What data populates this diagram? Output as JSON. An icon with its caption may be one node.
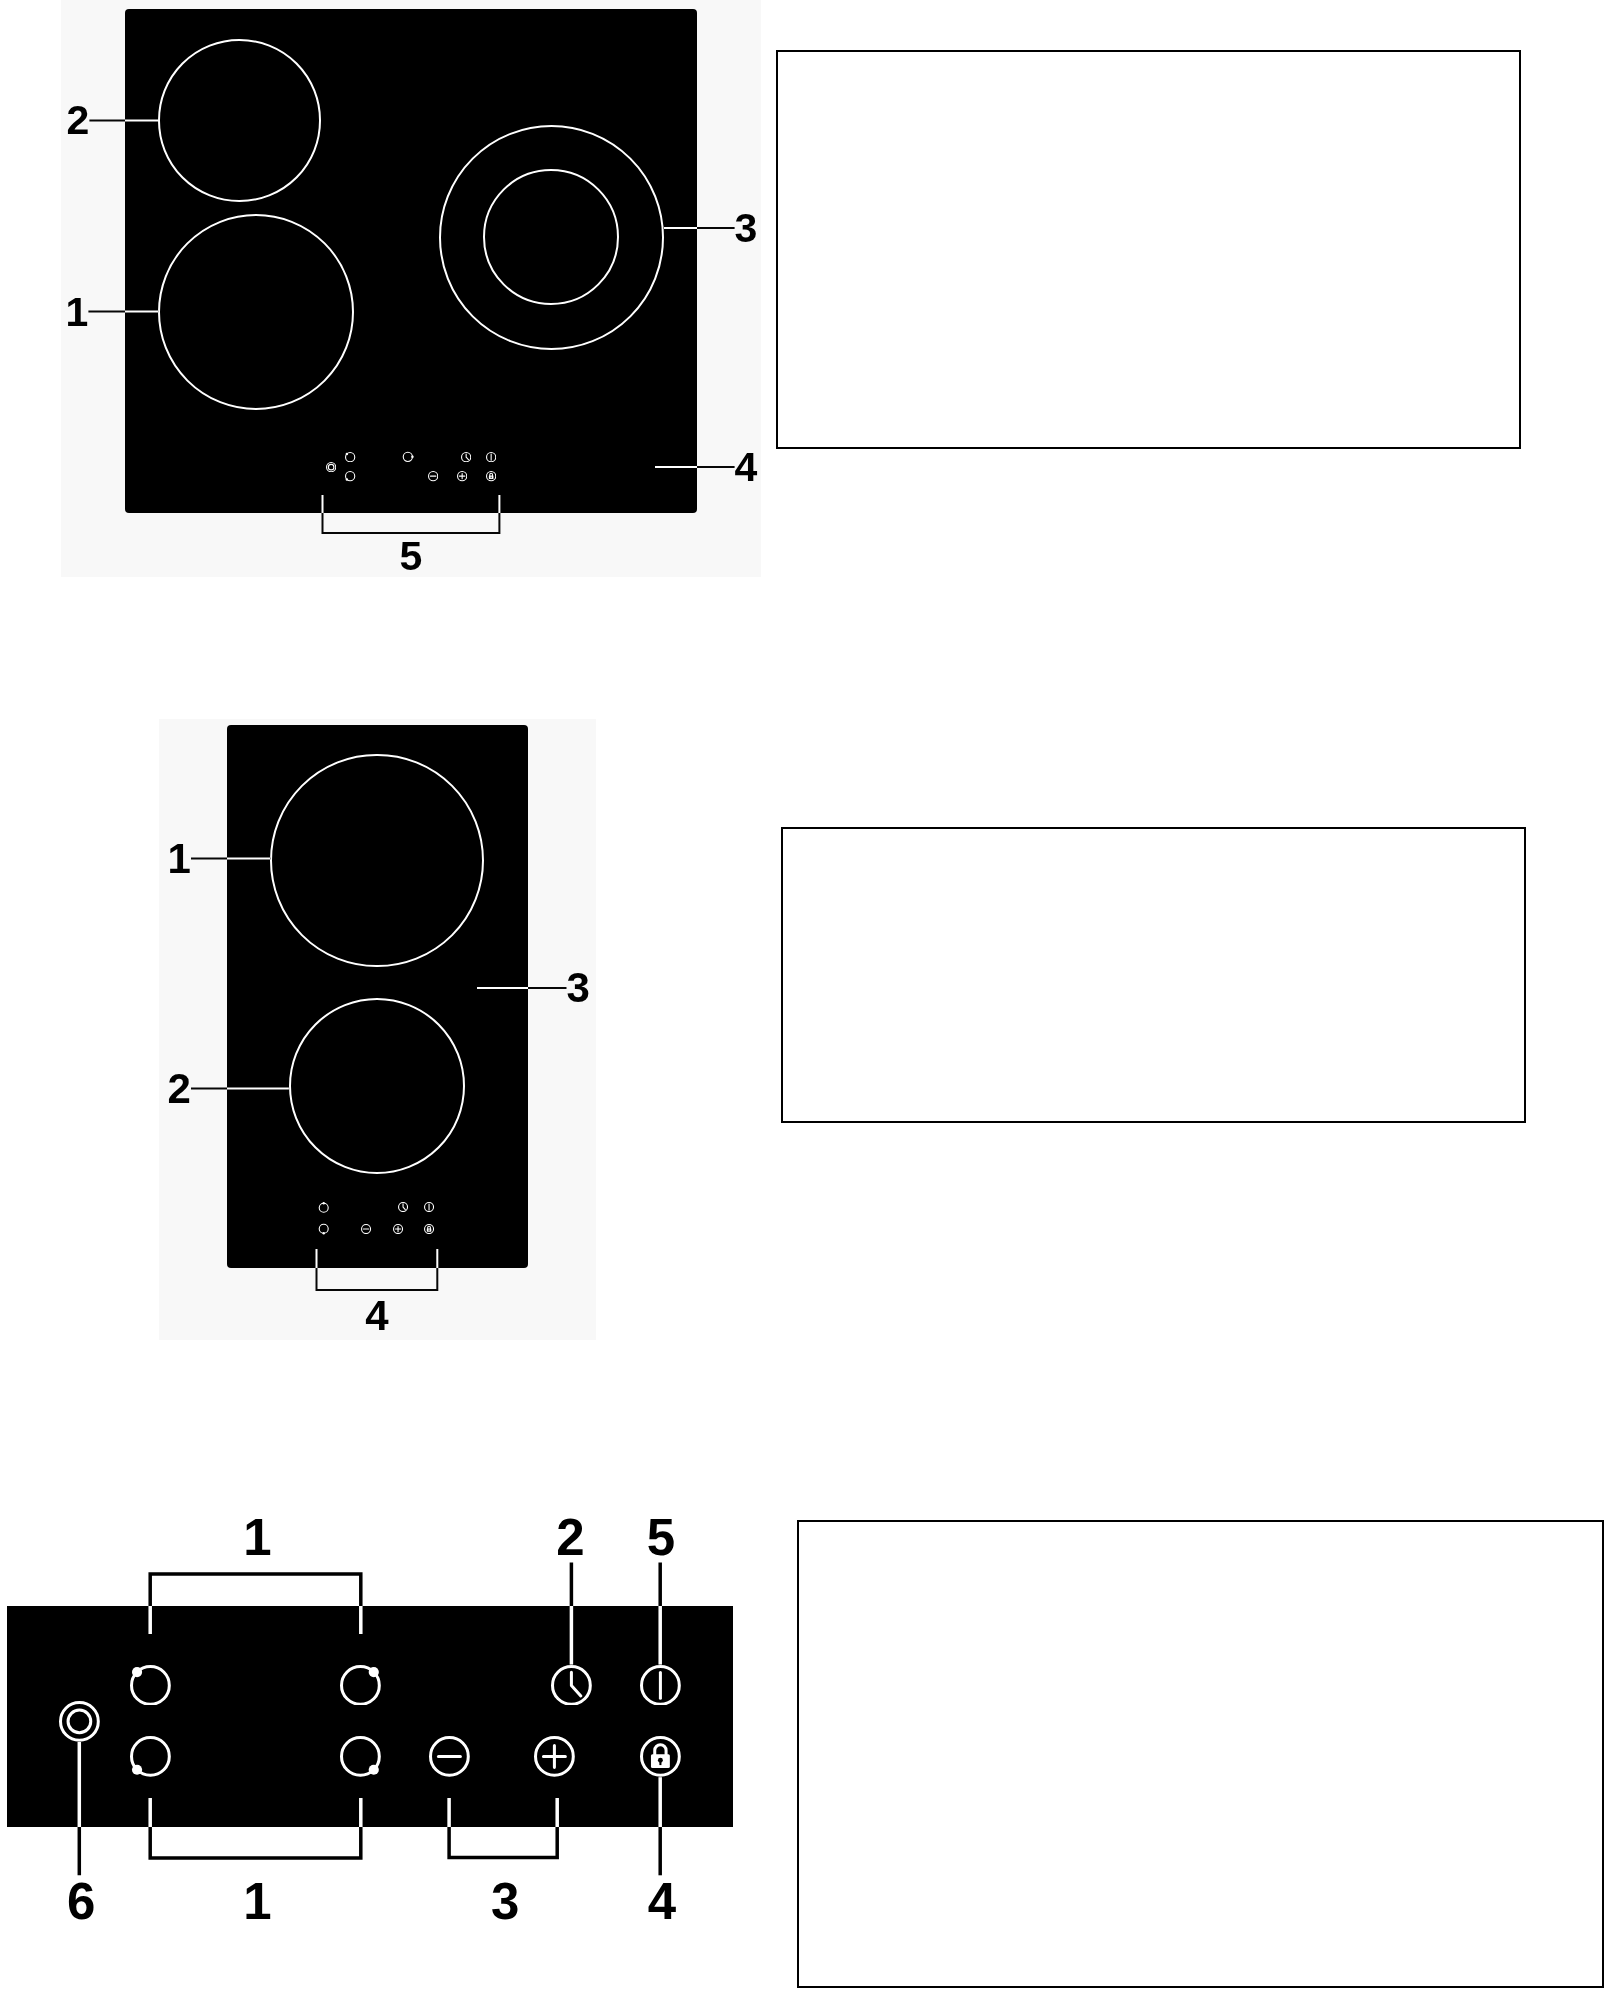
{
  "diagram": {
    "nodes": [
      {
        "text": [],
        "shape": "box"
      },
      {
        "text": [],
        "shape": "circle",
        "in": 0
      },
      {
        "text": [],
        "shape": "circle",
        "in": 0
      },
      {
        "text": [],
        "shape": "circle",
        "in": 0
      },
      {
        "text": [
          "2"
        ]
      },
      {
        "text": [
          "1"
        ]
      },
      {
        "text": [
          "3"
        ]
      },
      {
        "text": [
          "4"
        ]
      },
      {
        "text": [],
        "shape": "box"
      },
      {
        "text": [],
        "shape": "circle",
        "in": 8
      },
      {
        "text": [],
        "shape": "circle",
        "in": 8
      },
      {
        "text": [
          "1"
        ]
      },
      {
        "text": [
          "2"
        ]
      },
      {
        "text": [
          "3"
        ]
      },
      {
        "text": [
          "2"
        ]
      },
      {
        "text": [
          "5"
        ]
      },
      {
        "text": [],
        "shape": "picture"
      },
      {
        "text": [],
        "shape": "picture"
      },
      {
        "text": [],
        "shape": "picture"
      },
      {
        "text": [],
        "shape": "picture"
      },
      {
        "text": [
          "6"
        ]
      },
      {
        "text": [
          "4"
        ]
      }
    ],
    "edges": [
      {
        "from": 4,
        "to": 1,
        "arrow": "none"
      },
      {
        "from": 5,
        "to": 2,
        "arrow": "none"
      },
      {
        "from": 6,
        "to": 3,
        "arrow": "none"
      },
      {
        "from": 7,
        "to": 0,
        "arrow": "none"
      },
      {
        "from": 11,
        "to": 9,
        "arrow": "none"
      },
      {
        "from": 12,
        "to": 10,
        "arrow": "none"
      },
      {
        "from": 13,
        "to": 8,
        "arrow": "none"
      },
      {
        "from": 14,
        "to": 17,
        "arrow": "none"
      },
      {
        "from": 15,
        "to": 18,
        "arrow": "none"
      },
      {
        "from": 20,
        "to": 16,
        "arrow": "none"
      },
      {
        "from": 21,
        "to": 19,
        "arrow": "none"
      }
    ],
    "labels": [
      "5",
      "4",
      "1",
      "1",
      "3"
    ]
  }
}
